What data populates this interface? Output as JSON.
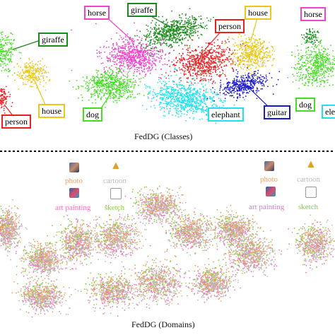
{
  "top_panel": {
    "caption": "FedDG (Classes)",
    "left_labels": {
      "giraffe": "giraffe",
      "house": "house",
      "person": "person"
    },
    "mid_labels": {
      "horse": "horse",
      "giraffe": "giraffe",
      "house": "house",
      "person": "person",
      "dog": "dog",
      "elephant": "elephant",
      "guitar": "guitar"
    },
    "right_labels": {
      "horse": "horse",
      "dog": "dog",
      "elephant": "ele"
    },
    "colors": {
      "horse": "#ee44cc",
      "giraffe": "#1a8a1a",
      "house": "#e8c81a",
      "person": "#e82020",
      "dog": "#44dd22",
      "elephant": "#22e0ee",
      "guitar": "#1a1acc"
    }
  },
  "bottom_panel": {
    "caption": "FedDG (Domains)",
    "legend": {
      "photo": "photo",
      "cartoon": "cartoon",
      "art_painting": "art painting",
      "sketch": "sketch"
    },
    "colors": {
      "photo": "#f0a060",
      "cartoon": "#bbbbbb",
      "art_painting": "#f070c0",
      "sketch": "#88cc44"
    }
  },
  "icons": [
    "photo-thumbnail-icon",
    "giraffe-cartoon-icon",
    "art-painting-thumbnail-icon",
    "giraffe-sketch-icon"
  ]
}
